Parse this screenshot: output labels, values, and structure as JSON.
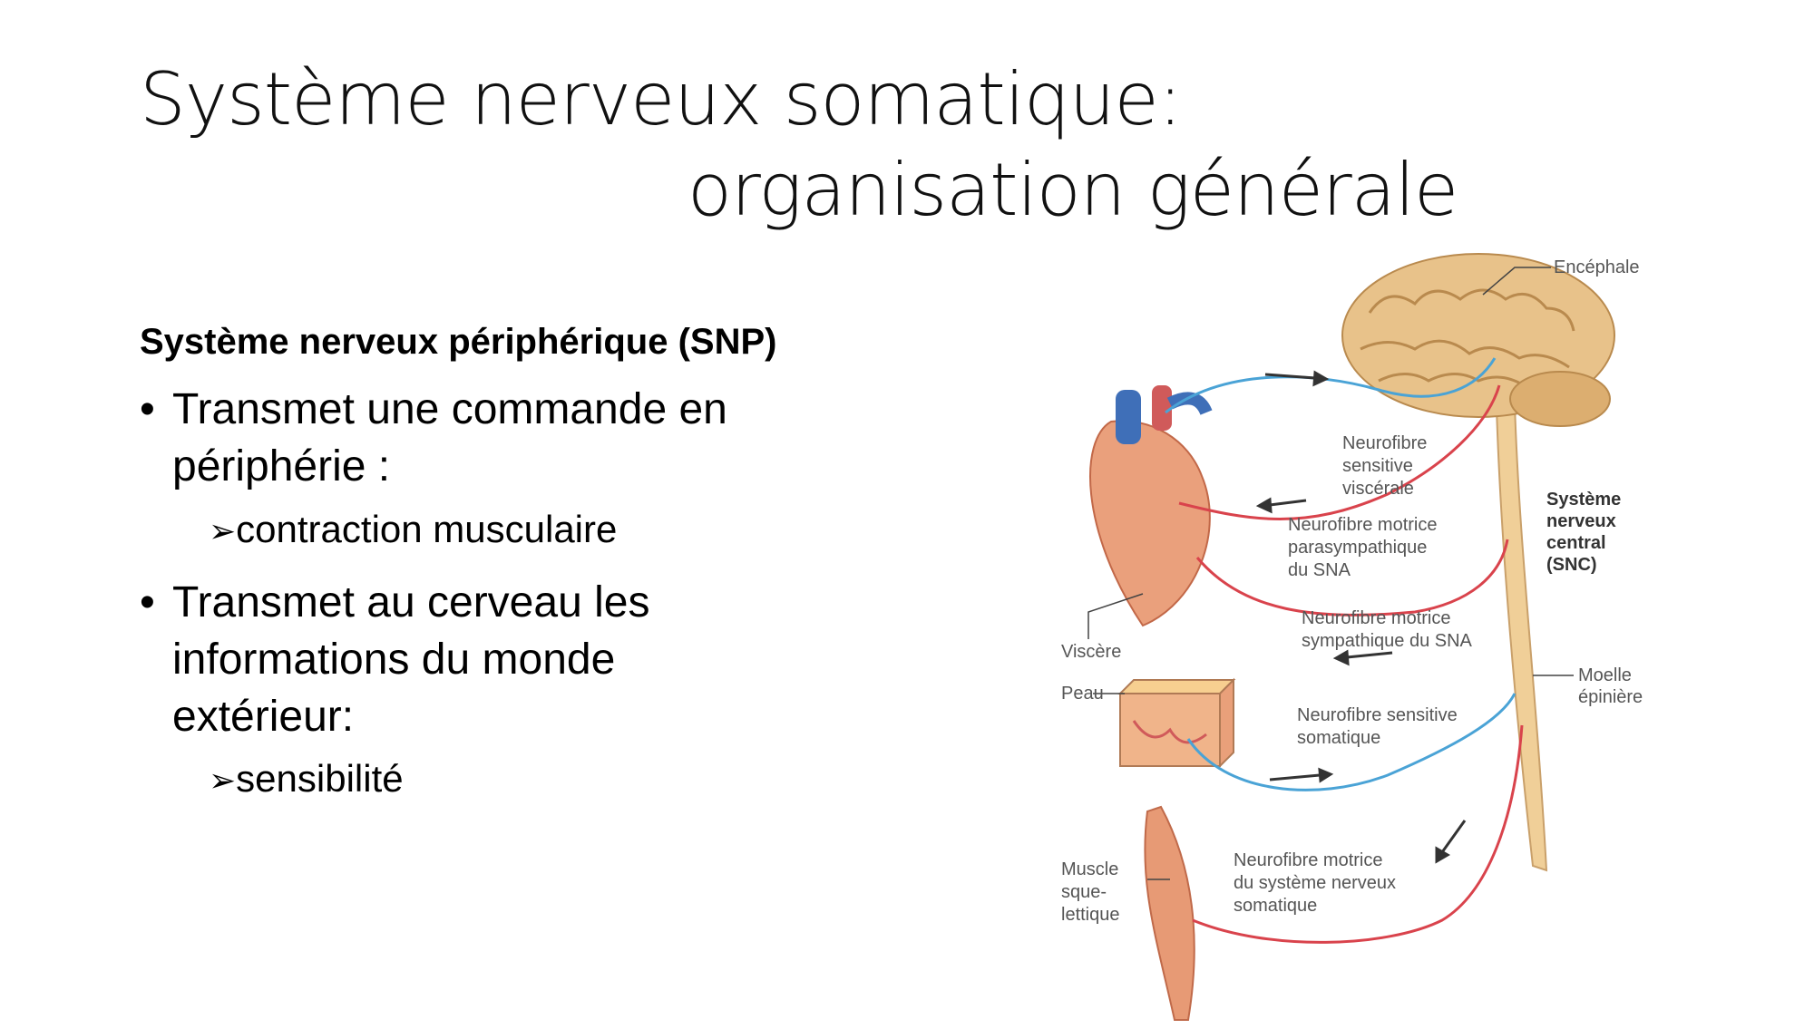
{
  "title": {
    "line1": "Système nerveux somatique:",
    "line2": "organisation générale"
  },
  "subheading": "Système nerveux périphérique (SNP)",
  "bullets": [
    {
      "line1": "Transmet une commande en",
      "line2": "périphérie :",
      "sub": "contraction musculaire"
    },
    {
      "line1": "Transmet au cerveau les",
      "line2": "informations du monde",
      "line3": "extérieur:",
      "sub": "sensibilité"
    }
  ],
  "diagram": {
    "labels": {
      "encephale": "Encéphale",
      "sens_visc": [
        "Neurofibre",
        "sensitive",
        "viscérale"
      ],
      "parasym": [
        "Neurofibre motrice",
        "parasympathique",
        "du SNA"
      ],
      "sym": [
        "Neurofibre motrice",
        "sympathique du SNA"
      ],
      "sens_som": [
        "Neurofibre sensitive",
        "somatique"
      ],
      "motrice_som": [
        "Neurofibre motrice",
        "du système nerveux",
        "somatique"
      ],
      "snc": [
        "Système",
        "nerveux",
        "central",
        "(SNC)"
      ],
      "moelle": [
        "Moelle",
        "épinière"
      ],
      "viscere": "Viscère",
      "peau": "Peau",
      "muscle": [
        "Muscle",
        "sque-",
        "lettique"
      ]
    },
    "colors": {
      "sensory": "#4aa3d6",
      "motor": "#d9434c",
      "brain": "#e8c28a",
      "spine": "#f0cf98"
    }
  }
}
